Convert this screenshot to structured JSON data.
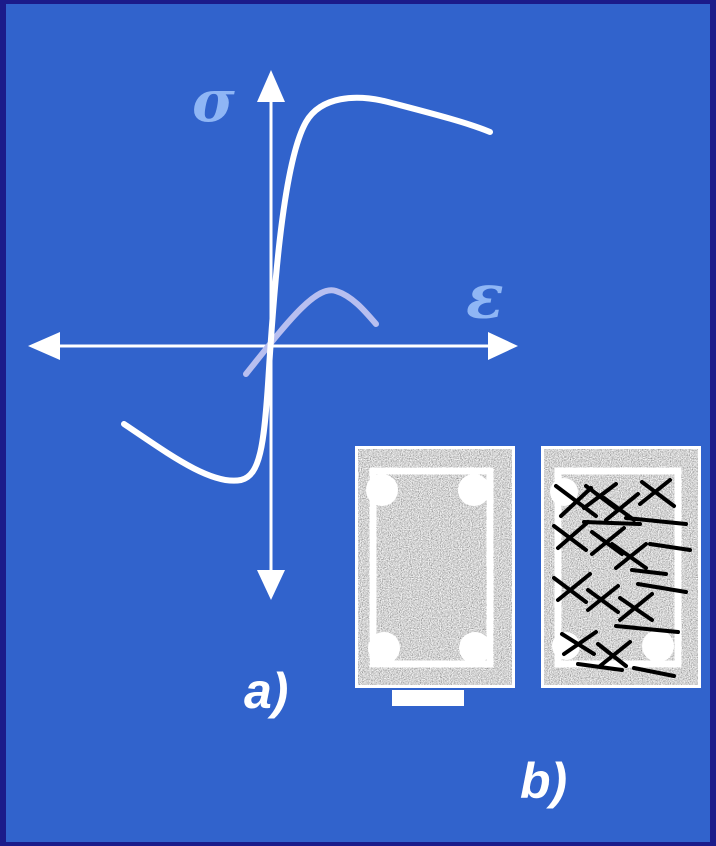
{
  "diagram": {
    "sigma_label": "σ",
    "epsilon_label": "ε",
    "part_a_label": "a)",
    "part_b_label": "b)"
  },
  "colors": {
    "background": "#3163cc",
    "frame": "#1b1b8a",
    "curve_main": "#ffffff",
    "curve_secondary": "#b8bff0",
    "symbol": "#8fb6f5",
    "crack": "#000000"
  }
}
